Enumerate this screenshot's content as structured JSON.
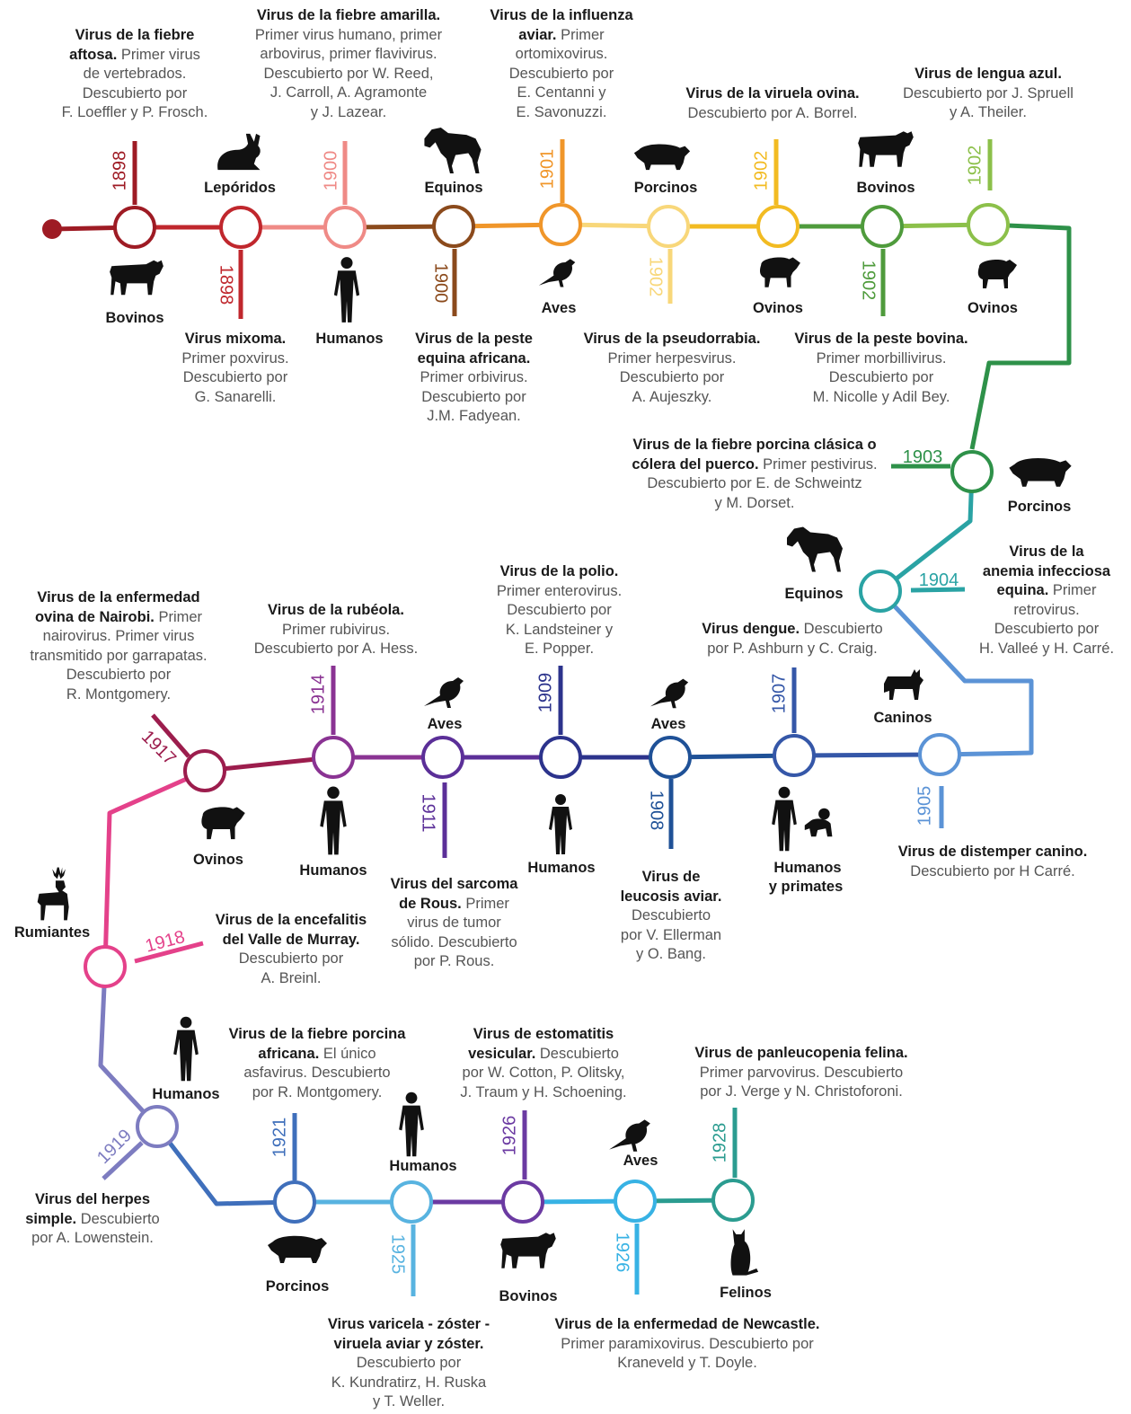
{
  "years": {
    "y1898a": "1898",
    "y1898b": "1898",
    "y1900a": "1900",
    "y1900b": "1900",
    "y1901": "1901",
    "y1902a": "1902",
    "y1902b": "1902",
    "y1902c": "1902",
    "y1902d": "1902",
    "y1903": "1903",
    "y1904": "1904",
    "y1905": "1905",
    "y1907": "1907",
    "y1908": "1908",
    "y1909": "1909",
    "y1911": "1911",
    "y1914": "1914",
    "y1917": "1917",
    "y1918": "1918",
    "y1919": "1919",
    "y1921": "1921",
    "y1925": "1925",
    "y1926a": "1926",
    "y1926b": "1926",
    "y1928": "1928"
  },
  "hosts": {
    "bovinos1": "Bovinos",
    "leporidos": "Lepóridos",
    "humanos1": "Humanos",
    "equinos1": "Equinos",
    "aves1": "Aves",
    "porcinos1": "Porcinos",
    "ovinos1": "Ovinos",
    "bovinos2": "Bovinos",
    "ovinos2": "Ovinos",
    "porcinos2": "Porcinos",
    "equinos2": "Equinos",
    "caninos": "Caninos",
    "humanos_primates_1": "Humanos",
    "humanos_primates_2": "y primates",
    "aves2": "Aves",
    "humanos2": "Humanos",
    "aves3": "Aves",
    "humanos3": "Humanos",
    "ovinos3": "Ovinos",
    "rumiantes": "Rumiantes",
    "humanos4": "Humanos",
    "porcinos3": "Porcinos",
    "humanos5": "Humanos",
    "bovinos3": "Bovinos",
    "aves4": "Aves",
    "felinos": "Felinos"
  },
  "events": {
    "aftosa": {
      "n1": "Virus de la fiebre",
      "n2": "aftosa.",
      "t2": " Primer virus",
      "l3": "de vertebrados.",
      "l4": "Descubierto por",
      "l5": "F. Loeffler y P. Frosch."
    },
    "amarilla": {
      "n1": "Virus de la fiebre amarilla.",
      "l2": "Primer virus humano, primer",
      "l3": "arbovirus, primer flavivirus.",
      "l4": "Descubierto por W. Reed,",
      "l5": "J. Carroll, A. Agramonte",
      "l6": "y J. Lazear."
    },
    "influenza": {
      "n1": "Virus de la influenza",
      "n2": "aviar.",
      "t2": " Primer",
      "l3": "ortomixovirus.",
      "l4": "Descubierto por",
      "l5": "E. Centanni y",
      "l6": "E. Savonuzzi."
    },
    "viruela_ovina": {
      "n1": "Virus de la viruela ovina.",
      "l2": "Descubierto por A. Borrel."
    },
    "lengua_azul": {
      "n1": "Virus de lengua azul.",
      "l2": "Descubierto por J. Spruell",
      "l3": "y A. Theiler."
    },
    "mixoma": {
      "n1": "Virus mixoma.",
      "l2": "Primer poxvirus.",
      "l3": "Descubierto por",
      "l4": "G. Sanarelli."
    },
    "peste_equina": {
      "n1": "Virus de la peste",
      "n2": "equina africana.",
      "l3": "Primer orbivirus.",
      "l4": "Descubierto por",
      "l5": "J.M. Fadyean."
    },
    "pseudorrabia": {
      "n1": "Virus de la pseudorrabia.",
      "l2": "Primer herpesvirus.",
      "l3": "Descubierto por",
      "l4": "A. Aujeszky."
    },
    "peste_bovina": {
      "n1": "Virus de la peste bovina.",
      "l2": "Primer morbillivirus.",
      "l3": "Descubierto por",
      "l4": "M. Nicolle y Adil Bey."
    },
    "porcina_clasica": {
      "n1": "Virus de la fiebre porcina clásica o",
      "n2": "cólera del puerco.",
      "t2": " Primer pestivirus.",
      "l3": "Descubierto por E. de Schweintz",
      "l4": "y M. Dorset."
    },
    "anemia_equina": {
      "n1": "Virus de la",
      "n2": "anemia infecciosa",
      "n3": "equina.",
      "t3": " Primer",
      "l4": "retrovirus.",
      "l5": "Descubierto por",
      "l6": "H. Valleé y H. Carré."
    },
    "dengue": {
      "n1": "Virus dengue.",
      "t1": " Descubierto",
      "l2": "por P. Ashburn y C. Craig."
    },
    "polio": {
      "n1": "Virus de la polio.",
      "l2": "Primer enterovirus.",
      "l3": "Descubierto por",
      "l4": "K. Landsteiner y",
      "l5": "E. Popper."
    },
    "rubeola": {
      "n1": "Virus de la rubéola.",
      "l2": "Primer rubivirus.",
      "l3": "Descubierto por A. Hess."
    },
    "nairobi": {
      "n1": "Virus de la enfermedad",
      "n2": "ovina de Nairobi.",
      "t2": " Primer",
      "l3": "nairovirus. Primer virus",
      "l4": "transmitido por garrapatas.",
      "l5": "Descubierto por",
      "l6": "R. Montgomery."
    },
    "distemper": {
      "n1": "Virus de distemper canino.",
      "l2": "Descubierto por H Carré."
    },
    "leucosis": {
      "n1": "Virus de",
      "n2": "leucosis aviar.",
      "l3": "Descubierto",
      "l4": "por V. Ellerman",
      "l5": "y O. Bang."
    },
    "sarcoma": {
      "n1": "Virus del sarcoma",
      "n2": "de Rous.",
      "t2": " Primer",
      "l3": "virus de tumor",
      "l4": "sólido. Descubierto",
      "l5": "por P. Rous."
    },
    "murray": {
      "n1": "Virus de la encefalitis",
      "n2": "del Valle de Murray.",
      "l3": "Descubierto por",
      "l4": "A. Breinl."
    },
    "porcina_africana": {
      "n1": "Virus de la fiebre porcina",
      "n2": "africana.",
      "t2": " El único",
      "l3": "asfavirus. Descubierto",
      "l4": "por R. Montgomery."
    },
    "estomatitis": {
      "n1": "Virus de estomatitis",
      "n2": "vesicular.",
      "t2": " Descubierto",
      "l3": "por W. Cotton, P. Olitsky,",
      "l4": "J. Traum y H. Schoening."
    },
    "panleucopenia": {
      "n1": "Virus de panleucopenia felina.",
      "l2": "Primer parvovirus. Descubierto",
      "l3": "por J. Verge y N. Christoforoni."
    },
    "herpes": {
      "n1": "Virus del herpes",
      "n2": "simple.",
      "t2": " Descubierto",
      "l3": "por A. Lowenstein."
    },
    "varicela": {
      "n1": "Virus  varicela - zóster -",
      "n2": "viruela aviar y zóster.",
      "l3": "Descubierto por",
      "l4": "K. Kundratirz, H. Ruska",
      "l5": "y T. Weller."
    },
    "newcastle": {
      "n1": "Virus de la enfermedad de Newcastle.",
      "l2": "Primer paramixovirus. Descubierto por",
      "l3": "Kraneveld y T. Doyle."
    }
  },
  "colors": {
    "c1898a": "#9e1b24",
    "c1898b": "#c0272d",
    "c1900a": "#ef8a86",
    "c1900b": "#8b4a1c",
    "c1901": "#f0962a",
    "c1902a": "#f8d77a",
    "c1902b": "#f2bb22",
    "c1902c": "#4f9b3c",
    "c1902d": "#8cc04a",
    "c1903": "#2e9149",
    "c1904": "#2aa3a4",
    "c1905": "#5b93d6",
    "c1907": "#3557a8",
    "c1908": "#1f5197",
    "c1909": "#2c338c",
    "c1911": "#5b2f98",
    "c1914": "#8a3393",
    "c1917": "#9c1d4d",
    "c1918": "#e4418a",
    "c1919": "#7d7cc0",
    "c1921": "#3f6fbb",
    "c1925": "#58b3e0",
    "c1926a": "#6b3aa2",
    "c1926b": "#37b2e4",
    "c1928": "#2b9c90"
  },
  "icons": {
    "cow": "cow-icon",
    "rabbit": "rabbit-icon",
    "human": "human-icon",
    "horse": "horse-icon",
    "bird": "bird-icon",
    "pig": "pig-icon",
    "sheep": "sheep-icon",
    "dog": "dog-icon",
    "monkey": "monkey-icon",
    "deer": "deer-icon",
    "cat": "cat-icon"
  }
}
